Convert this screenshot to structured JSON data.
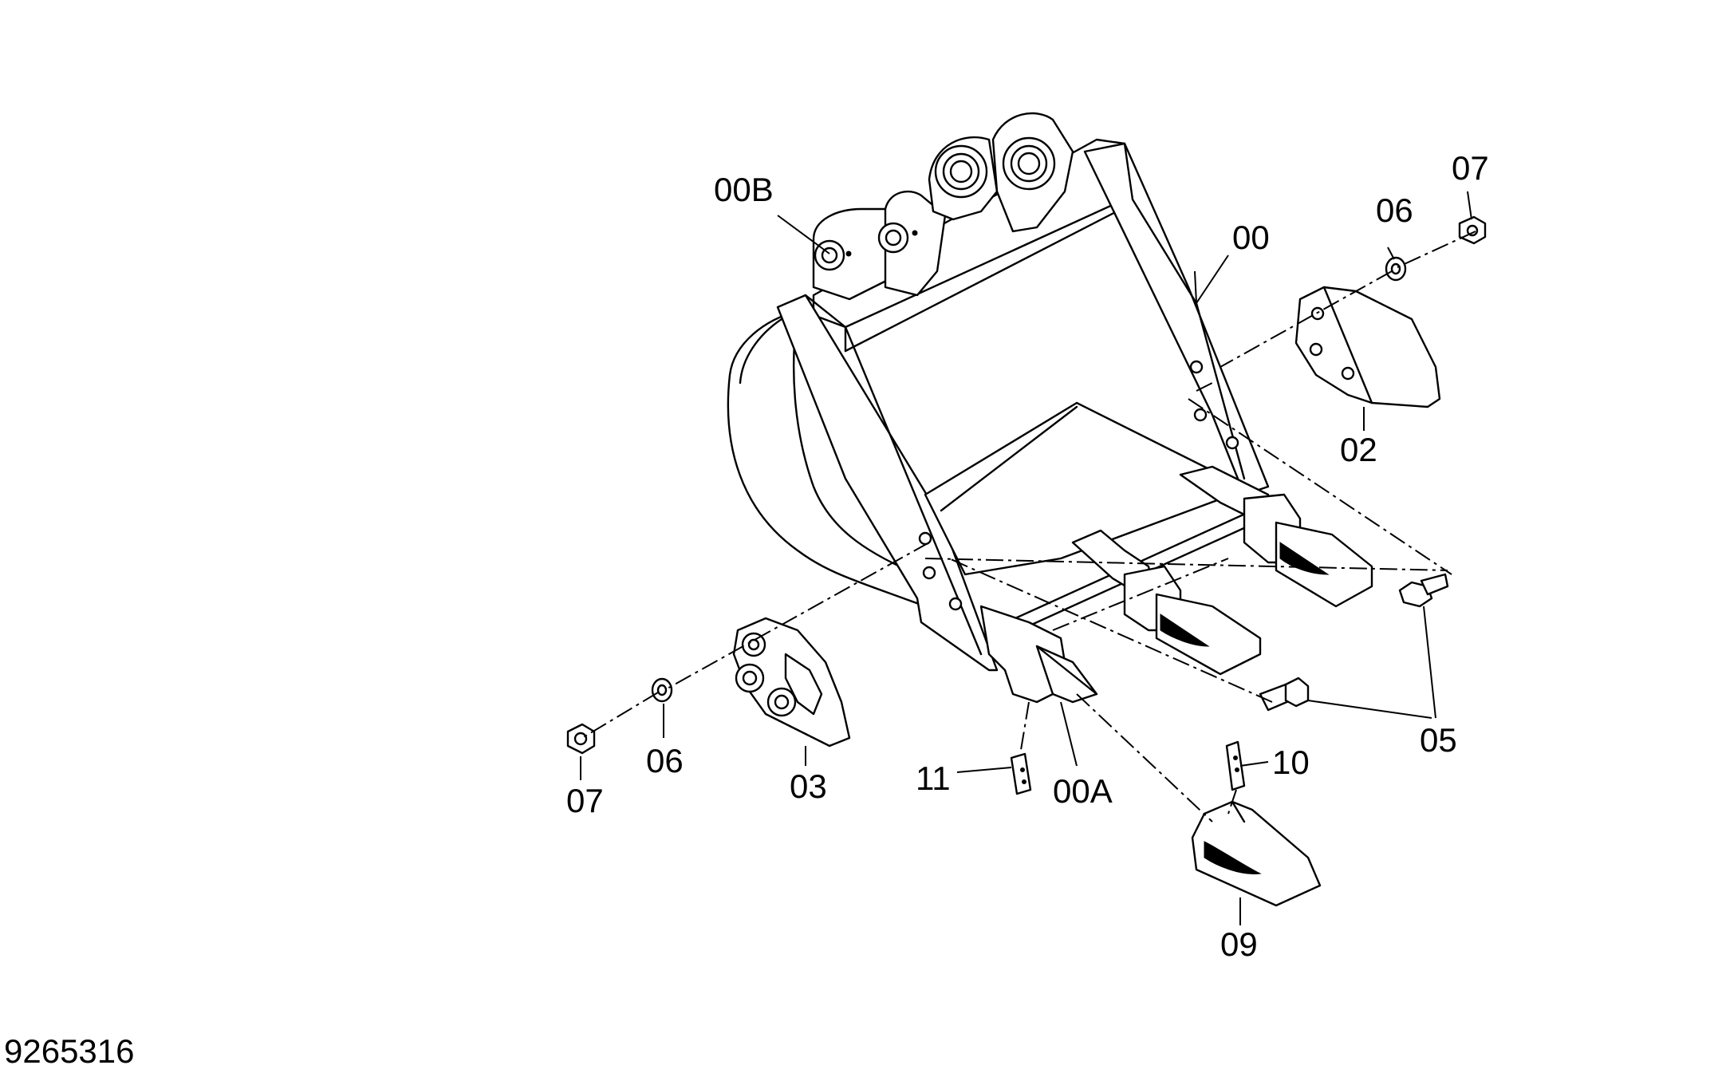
{
  "drawing_number": "9265316",
  "callouts": {
    "c00": "00",
    "c00A": "00A",
    "c00B": "00B",
    "c02": "02",
    "c03": "03",
    "c05": "05",
    "c06_right": "06",
    "c06_left": "06",
    "c07_right": "07",
    "c07_left": "07",
    "c09": "09",
    "c10": "10",
    "c11": "11"
  }
}
